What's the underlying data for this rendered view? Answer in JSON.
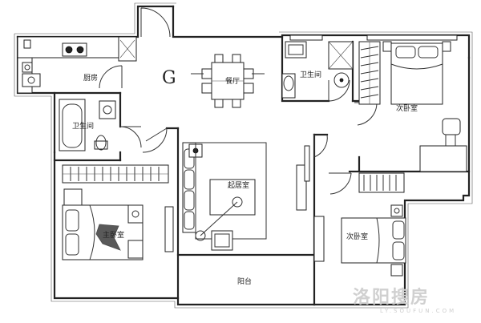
{
  "rooms": {
    "kitchen": "厨房",
    "dining": "餐厅",
    "bath_left": "卫生间",
    "bath_right": "卫生间",
    "bedroom_right_top": "次卧室",
    "living": "起居室",
    "master": "主卧室",
    "bedroom_right_bottom": "次卧室",
    "balcony": "阳台"
  },
  "marker_g": "G",
  "watermark": {
    "brand": "洛阳搜房",
    "url": "LY.SOUFUN.COM"
  }
}
